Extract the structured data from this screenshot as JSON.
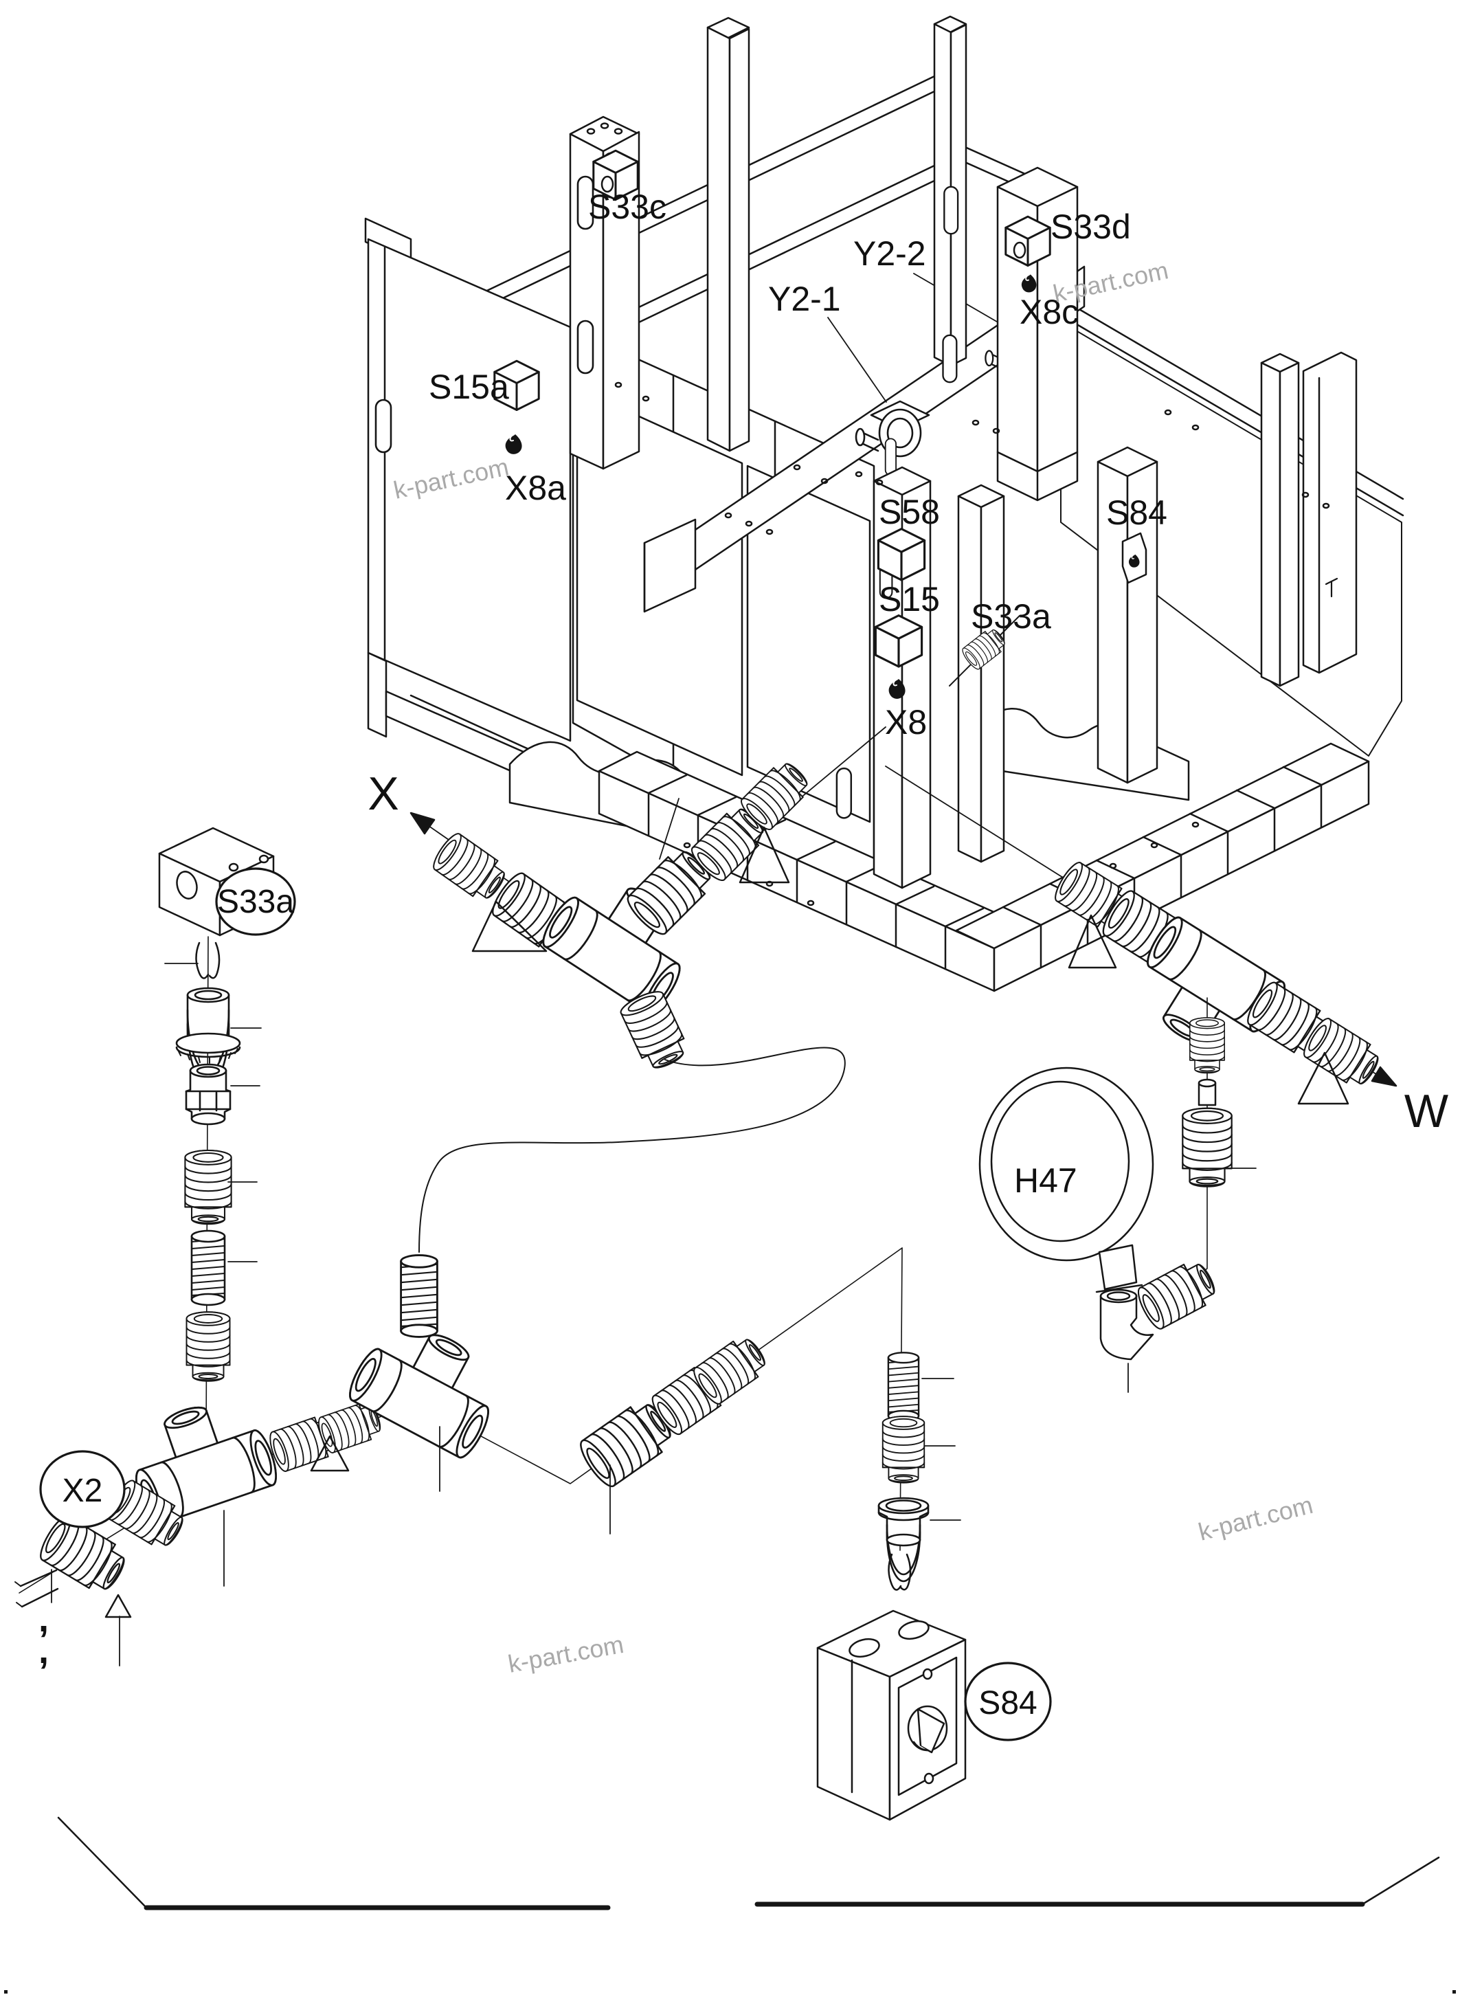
{
  "diagram": {
    "type": "exploded-parts-diagram",
    "subject": "machine frame with pneumatic fitting assemblies and electrical switch parts",
    "colors": {
      "line": "#161616",
      "background": "#ffffff",
      "watermark": "#a9a9a9"
    }
  },
  "frame_labels": {
    "s33c": "S33c",
    "s15a": "S15a",
    "x8a": "X8a",
    "y2_1": "Y2-1",
    "y2_2": "Y2-2",
    "s33d": "S33d",
    "x8c": "X8c",
    "s58": "S58",
    "s84_top": "S84",
    "s15": "S15",
    "s33a_mid": "S33a",
    "x8": "X8"
  },
  "axis_arrows": {
    "x": "X",
    "w": "W"
  },
  "callouts": {
    "s33a": "S33a",
    "x2": "X2",
    "s84": "S84"
  },
  "horn_label": "H47",
  "punctuation": {
    "comma1": ",",
    "comma2": ","
  },
  "watermarks": {
    "wm1": "k-part.com",
    "wm2": "k-part.com",
    "wm3": "k-part.com",
    "wm4": "k-part.com"
  }
}
